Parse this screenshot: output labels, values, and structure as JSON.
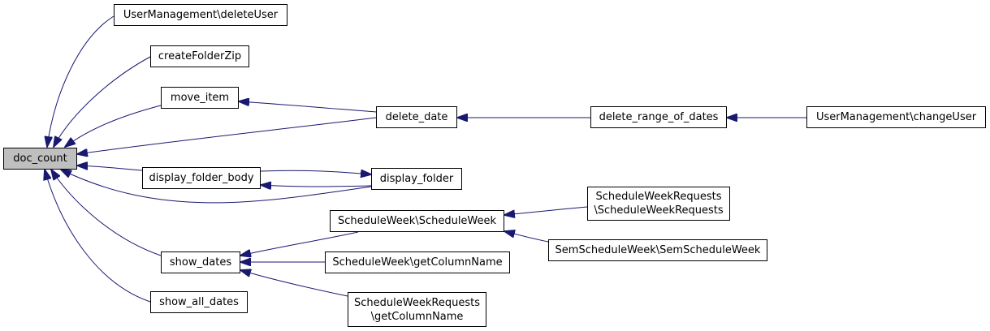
{
  "graph": {
    "edge_color": "#191970",
    "root_fill": "#bfbfbf",
    "nodes": {
      "doc_count": {
        "lines": [
          "doc_count"
        ]
      },
      "user_delete": {
        "lines": [
          "UserManagement\\deleteUser"
        ]
      },
      "create_zip": {
        "lines": [
          "createFolderZip"
        ]
      },
      "move_item": {
        "lines": [
          "move_item"
        ]
      },
      "delete_date": {
        "lines": [
          "delete_date"
        ]
      },
      "delete_range": {
        "lines": [
          "delete_range_of_dates"
        ]
      },
      "change_user": {
        "lines": [
          "UserManagement\\changeUser"
        ]
      },
      "folder_body": {
        "lines": [
          "display_folder_body"
        ]
      },
      "display_folder": {
        "lines": [
          "display_folder"
        ]
      },
      "sw_sw": {
        "lines": [
          "ScheduleWeek\\ScheduleWeek"
        ]
      },
      "swr_swr": {
        "lines": [
          "ScheduleWeekRequests",
          "\\ScheduleWeekRequests"
        ]
      },
      "show_dates": {
        "lines": [
          "show_dates"
        ]
      },
      "ssw": {
        "lines": [
          "SemScheduleWeek\\SemScheduleWeek"
        ]
      },
      "sw_col": {
        "lines": [
          "ScheduleWeek\\getColumnName"
        ]
      },
      "swr_col": {
        "lines": [
          "ScheduleWeekRequests",
          "\\getColumnName"
        ]
      },
      "show_all": {
        "lines": [
          "show_all_dates"
        ]
      }
    }
  }
}
